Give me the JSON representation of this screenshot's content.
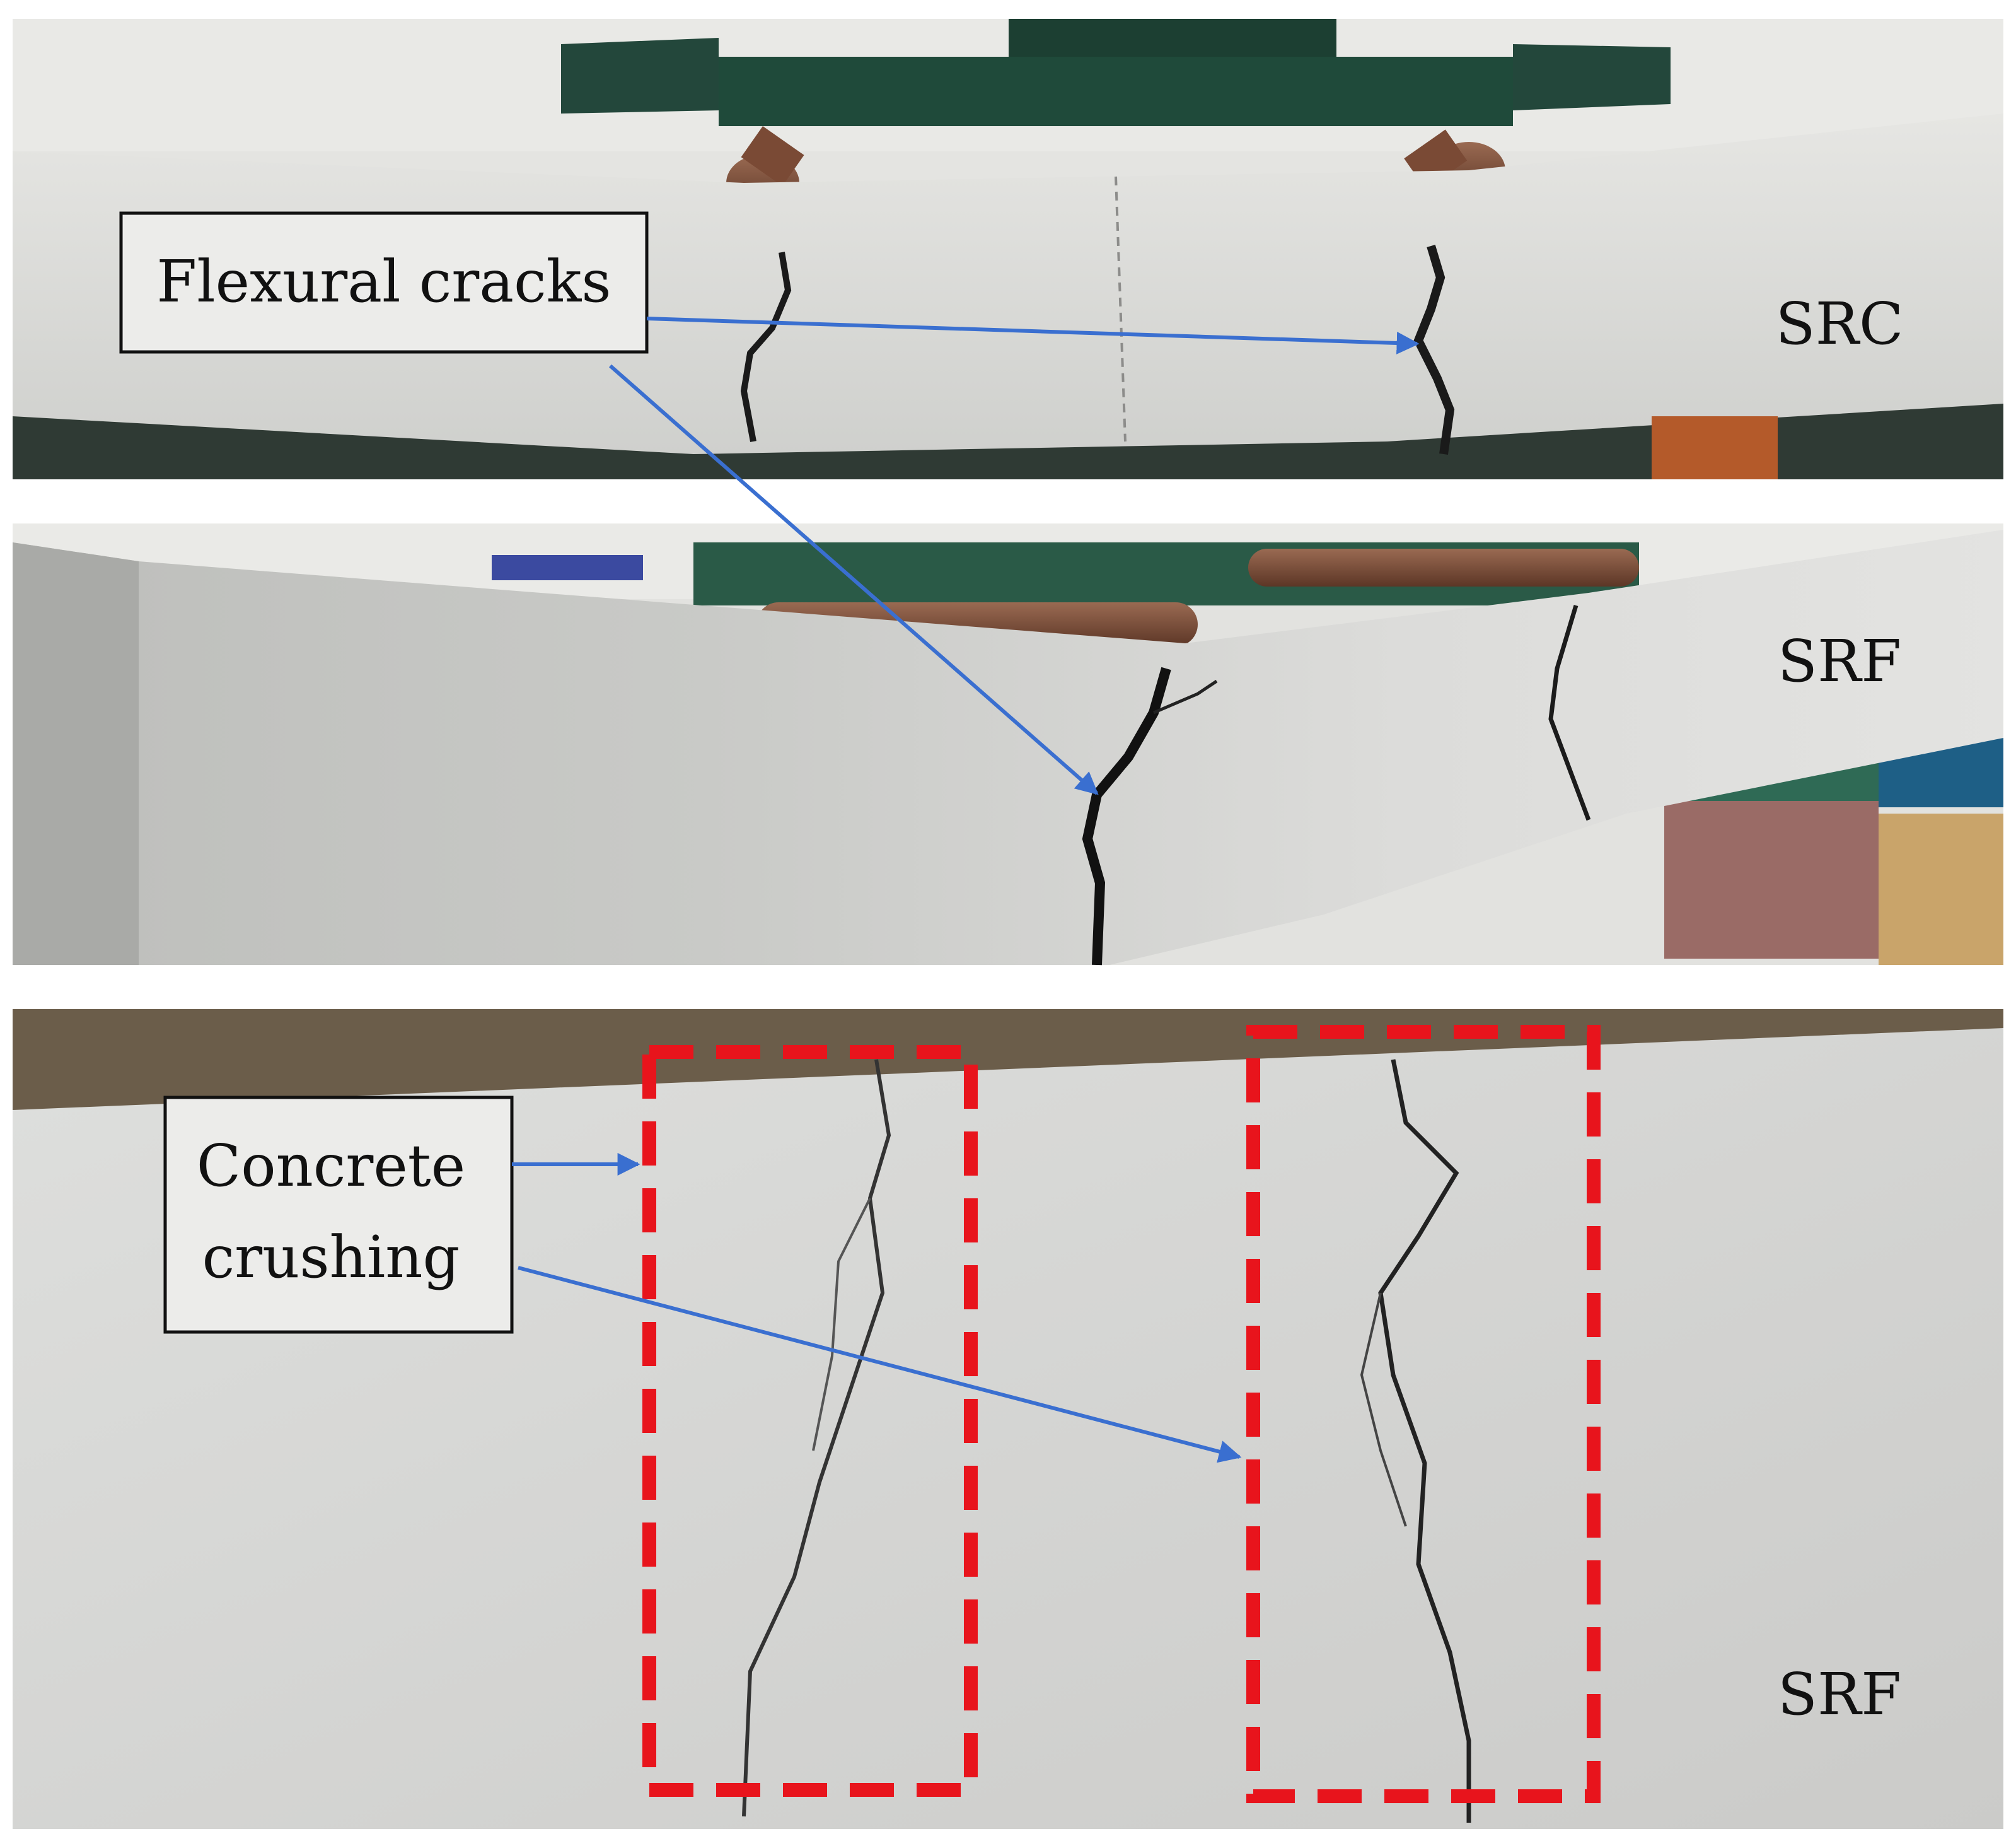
{
  "panels": [
    {
      "id": "top",
      "label": "SRC"
    },
    {
      "id": "middle",
      "label": "SRF"
    },
    {
      "id": "bottom",
      "label": "SRF"
    }
  ],
  "annotations": {
    "flexural": {
      "label": "Flexural cracks"
    },
    "crushing": {
      "line1": "Concrete",
      "line2": "crushing"
    }
  },
  "colors": {
    "arrow": "#3a6fd0",
    "dashed_box": "#e8141c",
    "concrete": "#d9dad8",
    "steel_plate": "#1d4a3a",
    "roller": "#7a4a35"
  }
}
